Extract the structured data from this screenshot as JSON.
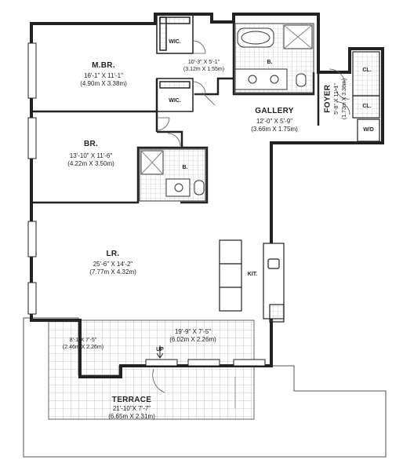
{
  "rooms": {
    "mbr": {
      "name": "M.BR.",
      "dim_imperial": "16'-1\" X 11'-1\"",
      "dim_metric": "(4.90m X 3.38m)"
    },
    "mbath": {
      "dim_imperial": "10'-3\" X 5'-1\"",
      "dim_metric": "(3.12m X 1.55m)"
    },
    "br": {
      "name": "BR.",
      "dim_imperial": "13'-10\" X 11'-6\"",
      "dim_metric": "(4.22m X 3.50m)"
    },
    "gallery": {
      "name": "GALLERY",
      "dim_imperial": "12'-0\" X 5'-9\"",
      "dim_metric": "(3.66m X 1.75m)"
    },
    "foyer": {
      "name": "FOYER",
      "dim_imperial": "5'-8\" X 11'-1\"",
      "dim_metric": "(1.73m X 3.38m)"
    },
    "lr": {
      "name": "LR.",
      "dim_imperial": "25'-6\" X 14'-2\"",
      "dim_metric": "(7.77m X 4.32m)"
    },
    "kit": {
      "name": "KIT."
    },
    "dining": {
      "dim_imperial": "19'-9\" X 7'-5\"",
      "dim_metric": "(6.02m X 2.26m)"
    },
    "terrace_small": {
      "dim_imperial": "8'-1\"X 7'-5\"",
      "dim_metric": "(2.46m X 2.26m)"
    },
    "terrace": {
      "name": "TERRACE",
      "dim_imperial": "21'-10\"X 7'-7\"",
      "dim_metric": "(6.65m X 2.31m)"
    }
  },
  "tags": {
    "wic_1": "WIC.",
    "wic_2": "WIC.",
    "bath_1": "B.",
    "bath_2": "B.",
    "cl_1": "CL.",
    "cl_2": "CL.",
    "wd": "W/D",
    "up": "UP"
  }
}
